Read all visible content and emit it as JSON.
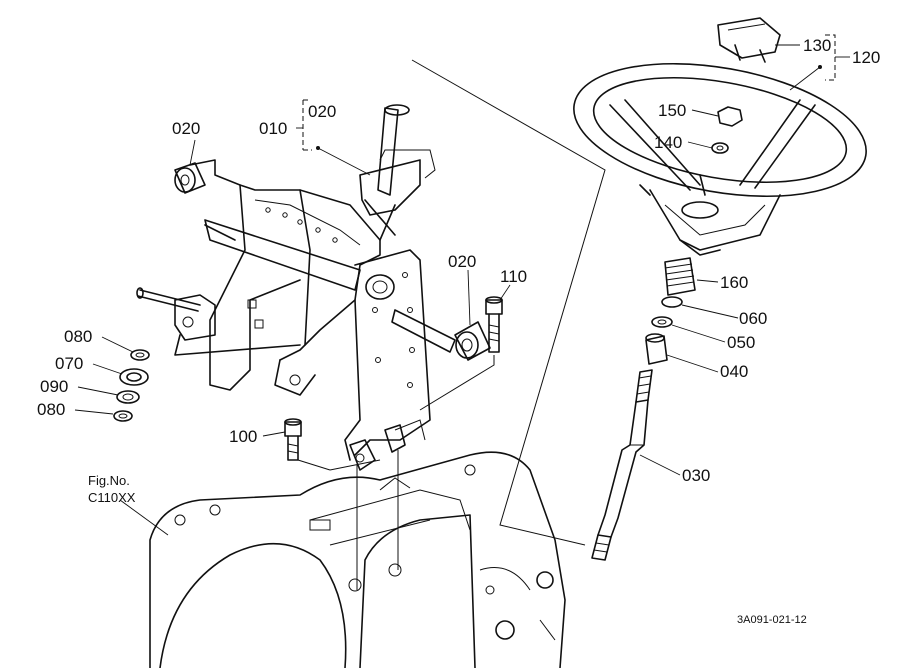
{
  "callouts": {
    "c020_top_left": "020",
    "c010": "010",
    "c020_bracket": "020",
    "c020_right": "020",
    "c110": "110",
    "c080_upper": "080",
    "c070": "070",
    "c090": "090",
    "c080_lower": "080",
    "c100": "100",
    "c130": "130",
    "c120": "120",
    "c150": "150",
    "c140": "140",
    "c160": "160",
    "c060": "060",
    "c050": "050",
    "c040": "040",
    "c030": "030"
  },
  "figure_ref": {
    "line1": "Fig.No.",
    "line2": "C110XX"
  },
  "drawing_code": "3A091-021-12"
}
